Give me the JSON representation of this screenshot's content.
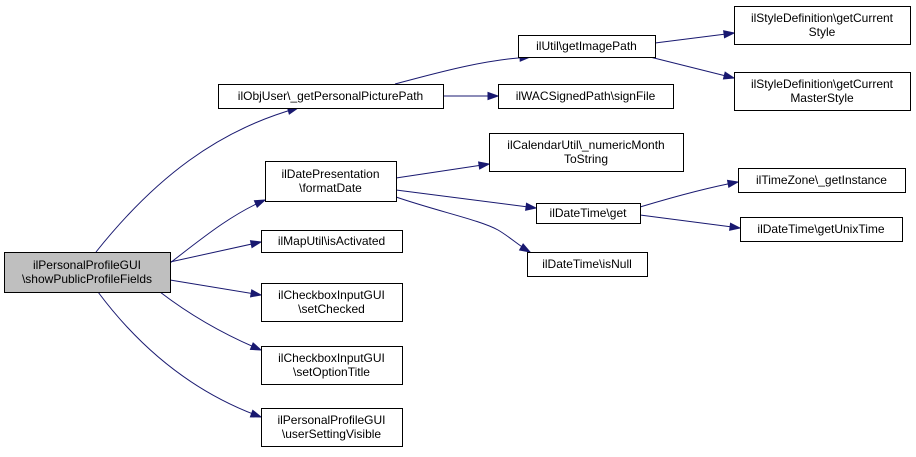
{
  "diagram": {
    "nodes": [
      {
        "id": "root",
        "lines": [
          "ilPersonalProfileGUI",
          "\\showPublicProfileFields"
        ],
        "root": true
      },
      {
        "id": "getpic",
        "lines": [
          "ilObjUser\\_getPersonalPicturePath"
        ]
      },
      {
        "id": "getimg",
        "lines": [
          "ilUtil\\getImagePath"
        ]
      },
      {
        "id": "curstyle",
        "lines": [
          "ilStyleDefinition\\getCurrent",
          "Style"
        ]
      },
      {
        "id": "curmaster",
        "lines": [
          "ilStyleDefinition\\getCurrent",
          "MasterStyle"
        ]
      },
      {
        "id": "signfile",
        "lines": [
          "ilWACSignedPath\\signFile"
        ]
      },
      {
        "id": "formatdate",
        "lines": [
          "ilDatePresentation",
          "\\formatDate"
        ]
      },
      {
        "id": "nummonth",
        "lines": [
          "ilCalendarUtil\\_numericMonth",
          "ToString"
        ]
      },
      {
        "id": "dtget",
        "lines": [
          "ilDateTime\\get"
        ]
      },
      {
        "id": "dtisnull",
        "lines": [
          "ilDateTime\\isNull"
        ]
      },
      {
        "id": "tzinst",
        "lines": [
          "ilTimeZone\\_getInstance"
        ]
      },
      {
        "id": "unixtime",
        "lines": [
          "ilDateTime\\getUnixTime"
        ]
      },
      {
        "id": "mapact",
        "lines": [
          "ilMapUtil\\isActivated"
        ]
      },
      {
        "id": "setchecked",
        "lines": [
          "ilCheckboxInputGUI",
          "\\setChecked"
        ]
      },
      {
        "id": "setoption",
        "lines": [
          "ilCheckboxInputGUI",
          "\\setOptionTitle"
        ]
      },
      {
        "id": "usersetting",
        "lines": [
          "ilPersonalProfileGUI",
          "\\userSettingVisible"
        ]
      }
    ],
    "edges": [
      {
        "from": "root",
        "to": "getpic"
      },
      {
        "from": "root",
        "to": "formatdate"
      },
      {
        "from": "root",
        "to": "mapact"
      },
      {
        "from": "root",
        "to": "setchecked"
      },
      {
        "from": "root",
        "to": "setoption"
      },
      {
        "from": "root",
        "to": "usersetting"
      },
      {
        "from": "getpic",
        "to": "getimg"
      },
      {
        "from": "getpic",
        "to": "signfile"
      },
      {
        "from": "getimg",
        "to": "curstyle"
      },
      {
        "from": "getimg",
        "to": "curmaster"
      },
      {
        "from": "formatdate",
        "to": "nummonth"
      },
      {
        "from": "formatdate",
        "to": "dtget"
      },
      {
        "from": "formatdate",
        "to": "dtisnull"
      },
      {
        "from": "dtget",
        "to": "tzinst"
      },
      {
        "from": "dtget",
        "to": "unixtime"
      }
    ],
    "colors": {
      "edge": "#191970",
      "root_fill": "#bfbfbf",
      "node_fill": "#ffffff",
      "border": "#000000"
    }
  }
}
